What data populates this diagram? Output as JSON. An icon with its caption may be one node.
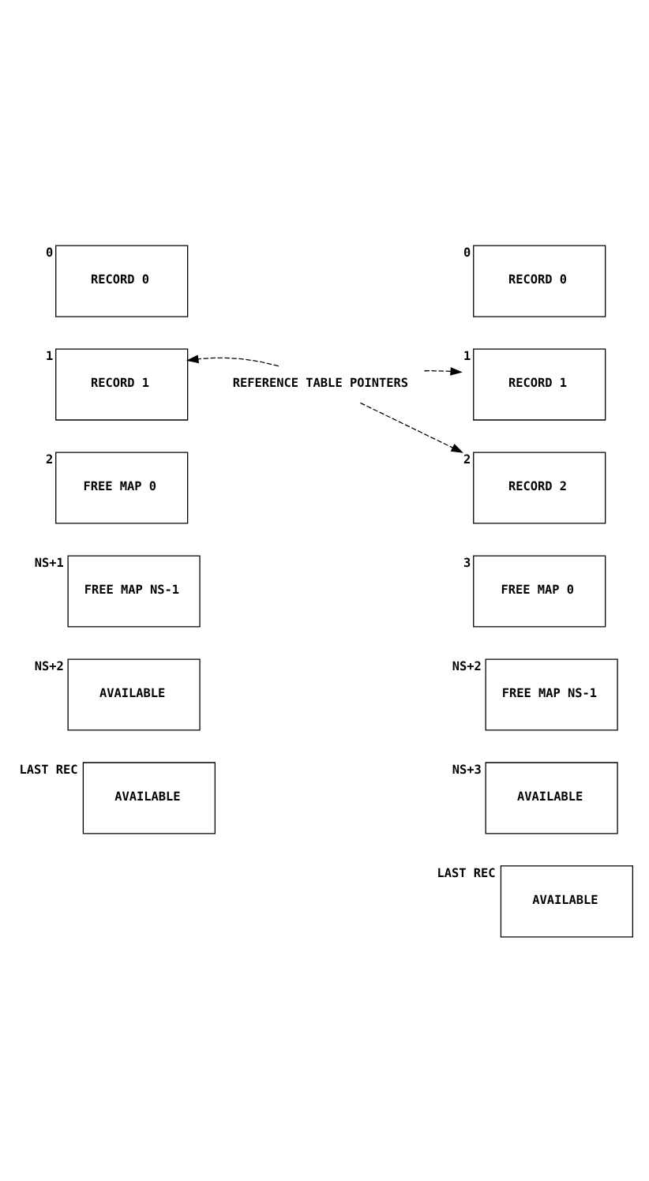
{
  "diagram": {
    "nodes": [
      {
        "text": [
          "RECORD 0"
        ],
        "beside": [
          "0"
        ]
      },
      {
        "text": [
          "RECORD 1"
        ],
        "beside": [
          "1"
        ]
      },
      {
        "text": [
          "FREE MAP 0"
        ],
        "beside": [
          "2"
        ]
      },
      {
        "text": [
          "FREE MAP NS-1"
        ],
        "beside": [
          "NS+1"
        ]
      },
      {
        "text": [
          "AVAILABLE"
        ],
        "beside": [
          "NS+2"
        ]
      },
      {
        "text": [
          "AVAILABLE"
        ],
        "beside": [
          "LAST REC"
        ]
      },
      {
        "text": [
          "REFERENCE TABLE POINTERS"
        ]
      },
      {
        "text": [
          "RECORD 0"
        ],
        "beside": [
          "0"
        ]
      },
      {
        "text": [
          "RECORD 1"
        ],
        "beside": [
          "1"
        ]
      },
      {
        "text": [
          "RECORD 2"
        ],
        "beside": [
          "2"
        ]
      },
      {
        "text": [
          "FREE MAP 0"
        ],
        "beside": [
          "3"
        ]
      },
      {
        "text": [
          "FREE MAP NS-1"
        ],
        "beside": [
          "NS+2"
        ]
      },
      {
        "text": [
          "AVAILABLE"
        ],
        "beside": [
          "NS+3"
        ]
      },
      {
        "text": [
          "AVAILABLE"
        ],
        "beside": [
          "LAST REC"
        ]
      }
    ],
    "edges": [
      {
        "from": 6,
        "to": 1,
        "arrow": "to",
        "style": "dashed"
      },
      {
        "from": 6,
        "to": 8,
        "arrow": "to",
        "style": "dashed"
      },
      {
        "from": 6,
        "to": 9,
        "arrow": "to",
        "style": "dashed"
      }
    ]
  }
}
